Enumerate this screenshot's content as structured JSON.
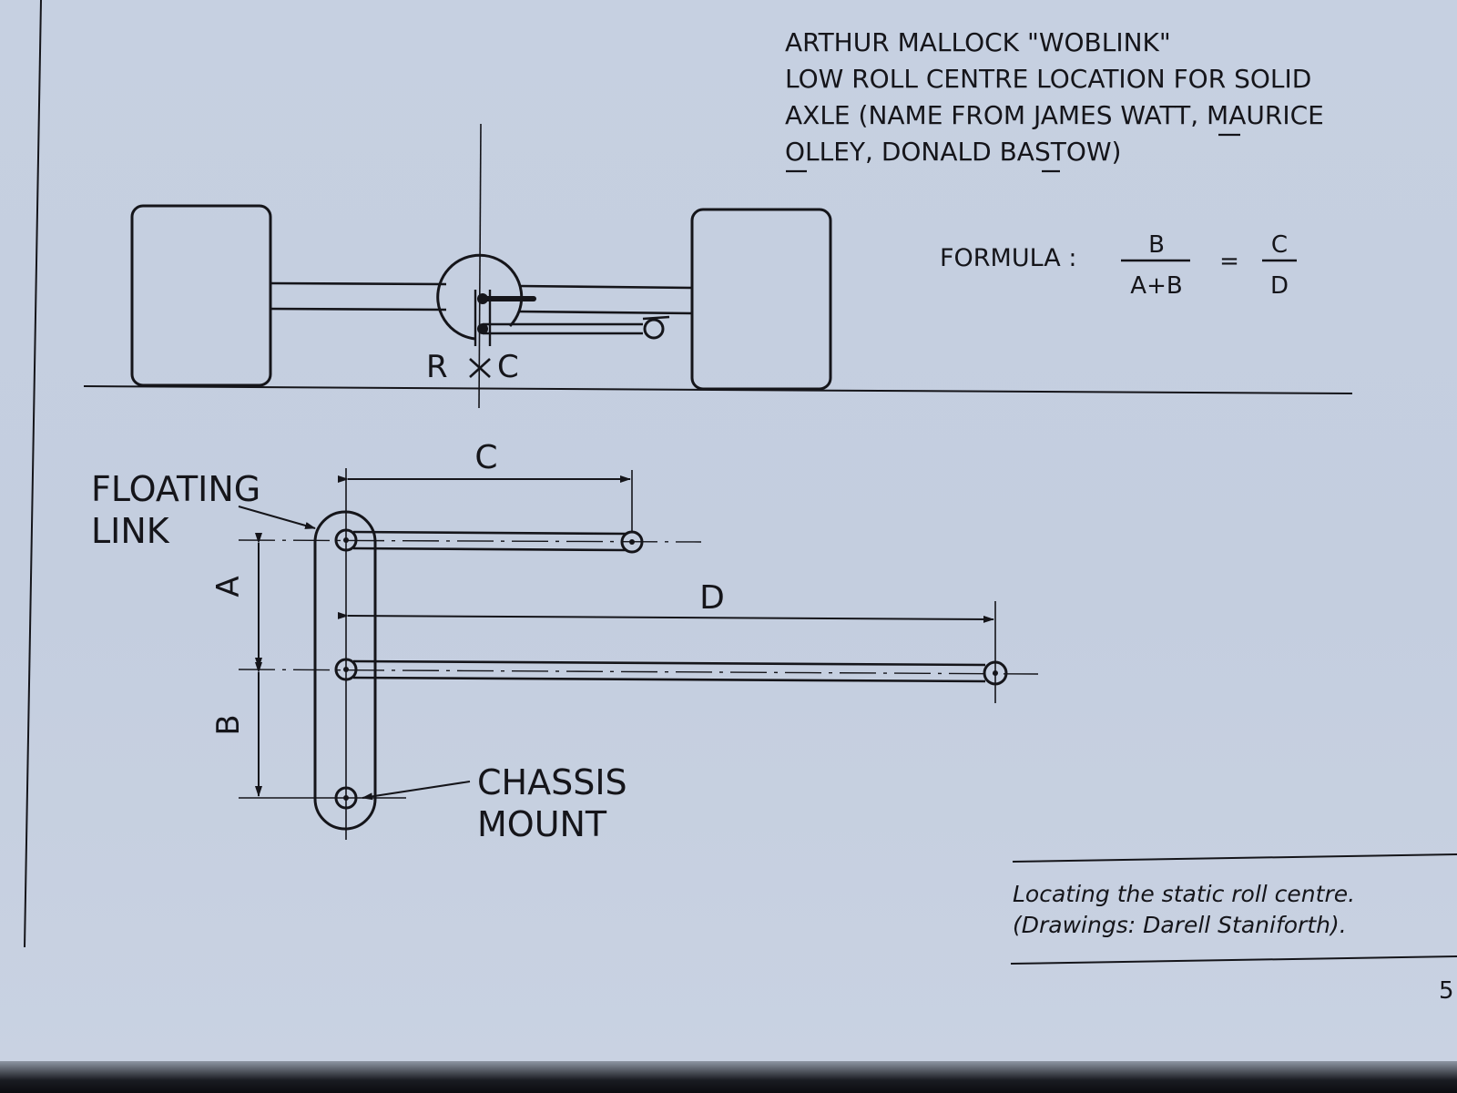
{
  "title": {
    "line1": "ARTHUR  MALLOCK \"WOBLINK\"",
    "line2": "LOW  ROLL  CENTRE  LOCATION  FOR  SOLID",
    "line3": "AXLE  (NAME  FROM  JAMES  WATT,  MAURICE",
    "line4": "OLLEY,  DONALD  BASTOW)"
  },
  "formula": {
    "label": "FORMULA :",
    "lhs_numerator": "B",
    "lhs_denominator": "A+B",
    "equals": "=",
    "rhs_numerator": "C",
    "rhs_denominator": "D"
  },
  "axle_view": {
    "roll_centre_left": "R",
    "roll_centre_right": "C"
  },
  "linkage_view": {
    "dim_c": "C",
    "dim_d": "D",
    "dim_a": "A",
    "dim_b": "B",
    "floating_link_line1": "FLOATING",
    "floating_link_line2": "LINK",
    "chassis_mount_line1": "CHASSIS",
    "chassis_mount_line2": "MOUNT"
  },
  "caption": {
    "line1": "Locating the static roll centre.",
    "line2": "(Drawings: Darell Staniforth)."
  },
  "page_number": "5"
}
